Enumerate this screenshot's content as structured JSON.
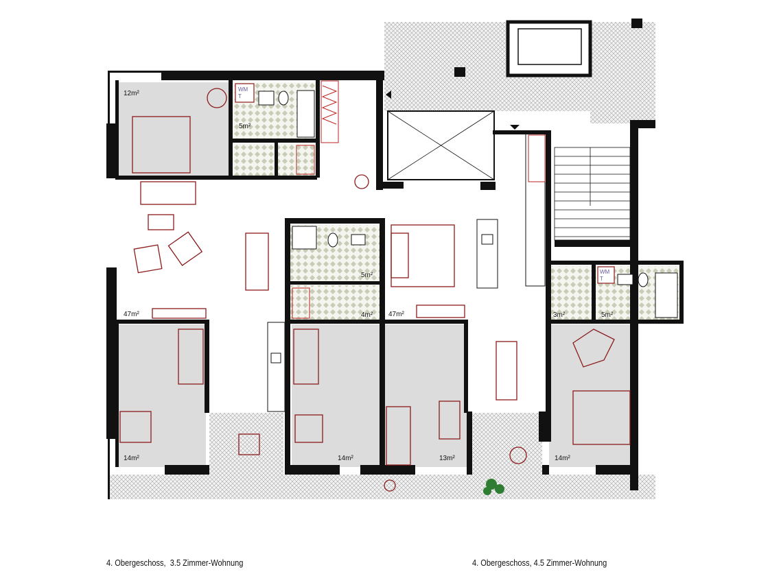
{
  "captions": {
    "left": "4. Obergeschoss,  3.5 Zimmer-Wohnung",
    "right": "4. Obergeschoss, 4.5 Zimmer-Wohnung"
  },
  "rooms": {
    "bedroom_nw": "12m²",
    "bath_nw": "5m²",
    "bath_mid": "5m²",
    "shower_mid": "4m²",
    "living_left": "47m²",
    "living_right": "47m²",
    "bedroom_sw": "14m²",
    "bedroom_mid": "14m²",
    "bedroom_13": "13m²",
    "bedroom_se": "14m²",
    "wc_right": "3m²",
    "bath_right": "5m²"
  },
  "appliances": {
    "washer_left": "WM",
    "dryer_left": "T",
    "washer_right": "WM",
    "dryer_right": "T"
  },
  "colors": {
    "wall": "#111111",
    "room_fill": "#dcdcdc",
    "furniture": "#8b1a1a",
    "tile": "#c9cdb8"
  }
}
